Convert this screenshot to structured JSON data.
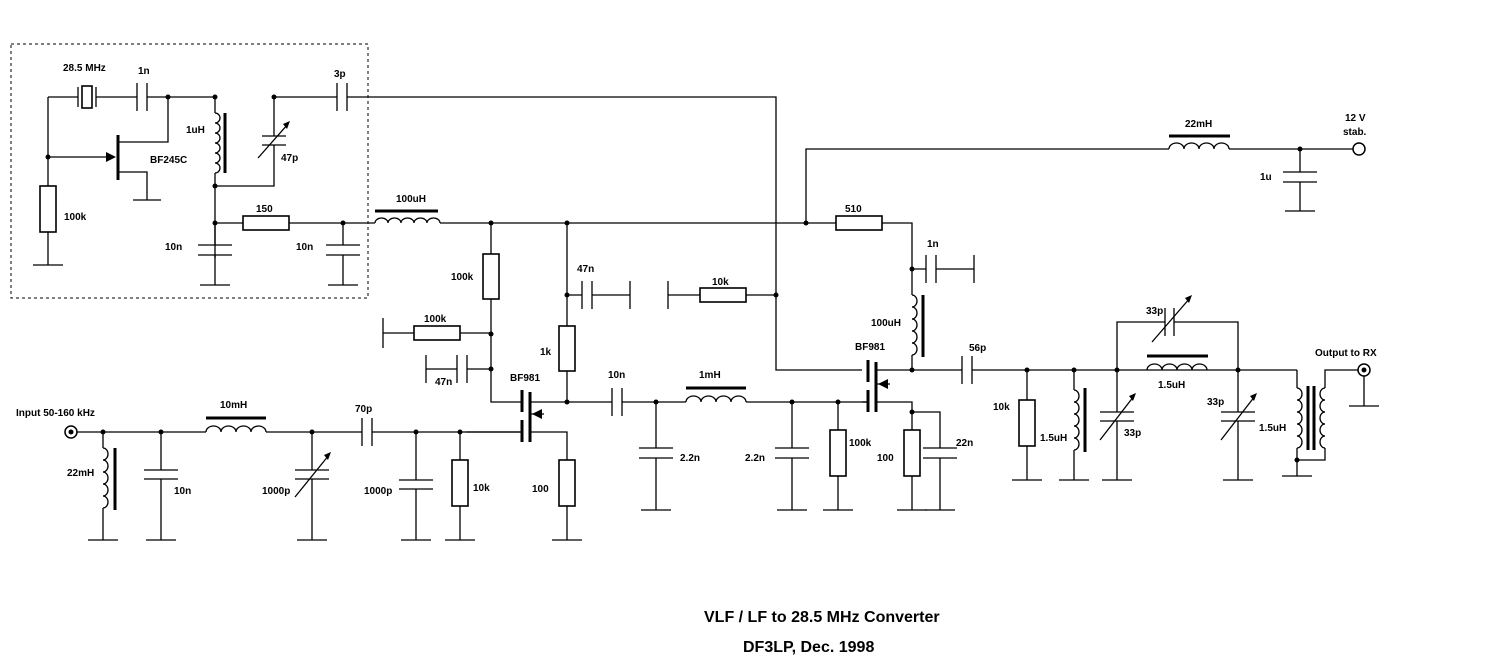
{
  "title": {
    "line1": "VLF / LF to 28.5 MHz Converter",
    "line2": "DF3LP, Dec. 1998"
  },
  "labels": {
    "input": "Input 50-160 kHz",
    "output": "Output to RX",
    "supply_v": "12 V",
    "supply_stab": "stab.",
    "crystal": "28.5 MHz",
    "fet_osc": "BF245C",
    "fet_mix1": "BF981",
    "fet_mix2": "BF981"
  },
  "values": {
    "c_1n_osc": "1n",
    "c_3p": "3p",
    "l_1uH": "1uH",
    "c_47p_trim": "47p",
    "r_100k_gate": "100k",
    "c_10n_a": "10n",
    "r_150": "150",
    "c_10n_b": "10n",
    "l_100uH_a": "100uH",
    "r_100k_b": "100k",
    "r_100k_c": "100k",
    "c_47n_a": "47n",
    "c_47n_b": "47n",
    "r_1k": "1k",
    "r_10k_a": "10k",
    "r_510": "510",
    "l_22mH_a": "22mH",
    "c_1u": "1u",
    "c_1n_b": "1n",
    "l_100uH_b": "100uH",
    "c_56p": "56p",
    "c_33p_a": "33p",
    "l_15uH_a": "1.5uH",
    "c_33p_b": "33p",
    "l_15uH_b": "1.5uH",
    "c_33p_c": "33p",
    "l_15uH_c": "1.5uH",
    "r_10k_b": "10k",
    "c_10n_c": "10n",
    "l_1mH": "1mH",
    "c_22n_a": "2.2n",
    "c_22n_b": "2.2n",
    "r_100k_d": "100k",
    "r_100_a": "100",
    "c_22n": "22n",
    "l_10mH": "10mH",
    "c_70p": "70p",
    "l_22mH_b": "22mH",
    "c_10n_d": "10n",
    "c_1000p_trim": "1000p",
    "c_1000p": "1000p",
    "r_10k_c": "10k",
    "r_100_b": "100"
  }
}
